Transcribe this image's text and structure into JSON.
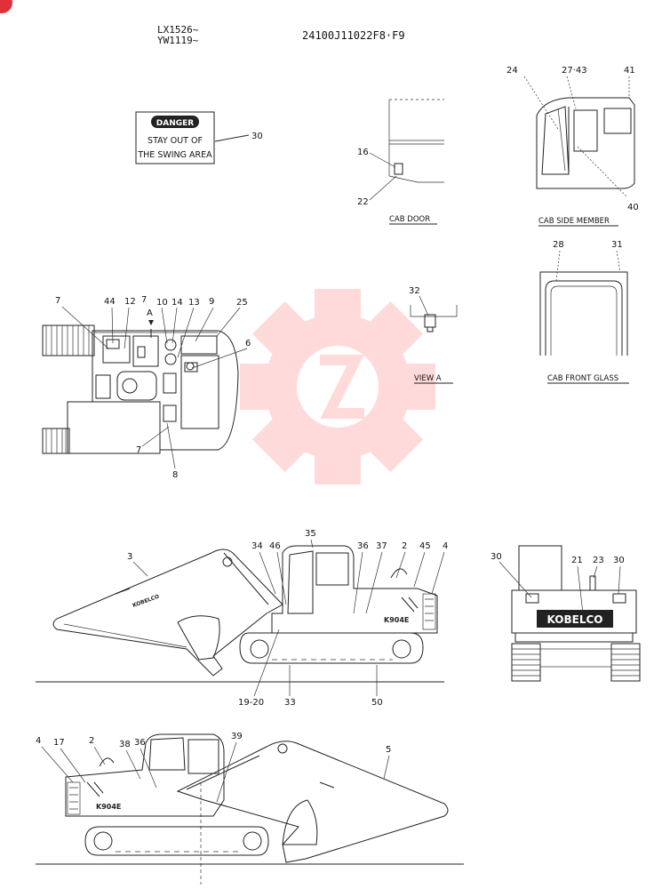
{
  "header": {
    "serial_1": "LX1526~",
    "serial_2": "YW1119~",
    "part_number": "24100J11022F8·F9"
  },
  "decal": {
    "badge": "DANGER",
    "line_1": "STAY OUT OF",
    "line_2": "THE SWING AREA"
  },
  "captions": {
    "cab_door": "CAB DOOR",
    "cab_side_member": "CAB SIDE MEMBER",
    "view_a": "VIEW A",
    "cab_front_glass": "CAB FRONT GLASS"
  },
  "brand": {
    "rear_logo": "KOBELCO",
    "side_model": "K904E",
    "boom_mark": "KOBELCO"
  },
  "view_marker": "A",
  "callouts": {
    "c30_decal": "30",
    "c16": "16",
    "c22": "22",
    "c24": "24",
    "c27_43": "27·43",
    "c41": "41",
    "c40": "40",
    "c28": "28",
    "c31": "31",
    "c32": "32",
    "c7a": "7",
    "c44": "44",
    "c12": "12",
    "c7b": "7",
    "c10": "10",
    "c14": "14",
    "c13": "13",
    "c9": "9",
    "c25": "25",
    "c6": "6",
    "c7c": "7",
    "c8": "8",
    "c3": "3",
    "c34": "34",
    "c46": "46",
    "c35": "35",
    "c36a": "36",
    "c37": "37",
    "c2a": "2",
    "c45": "45",
    "c4a": "4",
    "c19_20": "19-20",
    "c33": "33",
    "c50": "50",
    "c30r1": "30",
    "c21": "21",
    "c23": "23",
    "c30r2": "30",
    "c4b": "4",
    "c17": "17",
    "c2b": "2",
    "c38": "38",
    "c36b": "36",
    "c39": "39",
    "c5": "5"
  }
}
